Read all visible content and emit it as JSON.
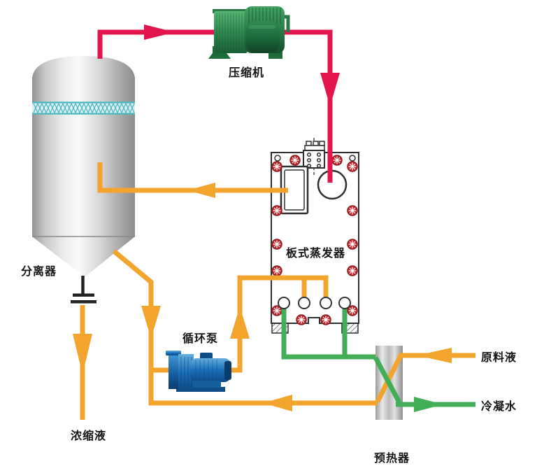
{
  "diagram": {
    "labels": {
      "compressor": "压缩机",
      "separator": "分离器",
      "plate_evaporator": "板式蒸发器",
      "circulation_pump": "循环泵",
      "preheater": "预热器",
      "feed_liquid": "原料液",
      "condensate_water": "冷凝水",
      "concentrated_liquid": "浓缩液"
    },
    "colors": {
      "red": "#e2164d",
      "orange": "#f2a42d",
      "green": "#43ae58",
      "teal": "#4ab6c4",
      "bolt_red": "#c1272d",
      "compressor_green": "#2e8b4f",
      "pump_blue": "#1b6fb8",
      "text": "#151515"
    }
  }
}
